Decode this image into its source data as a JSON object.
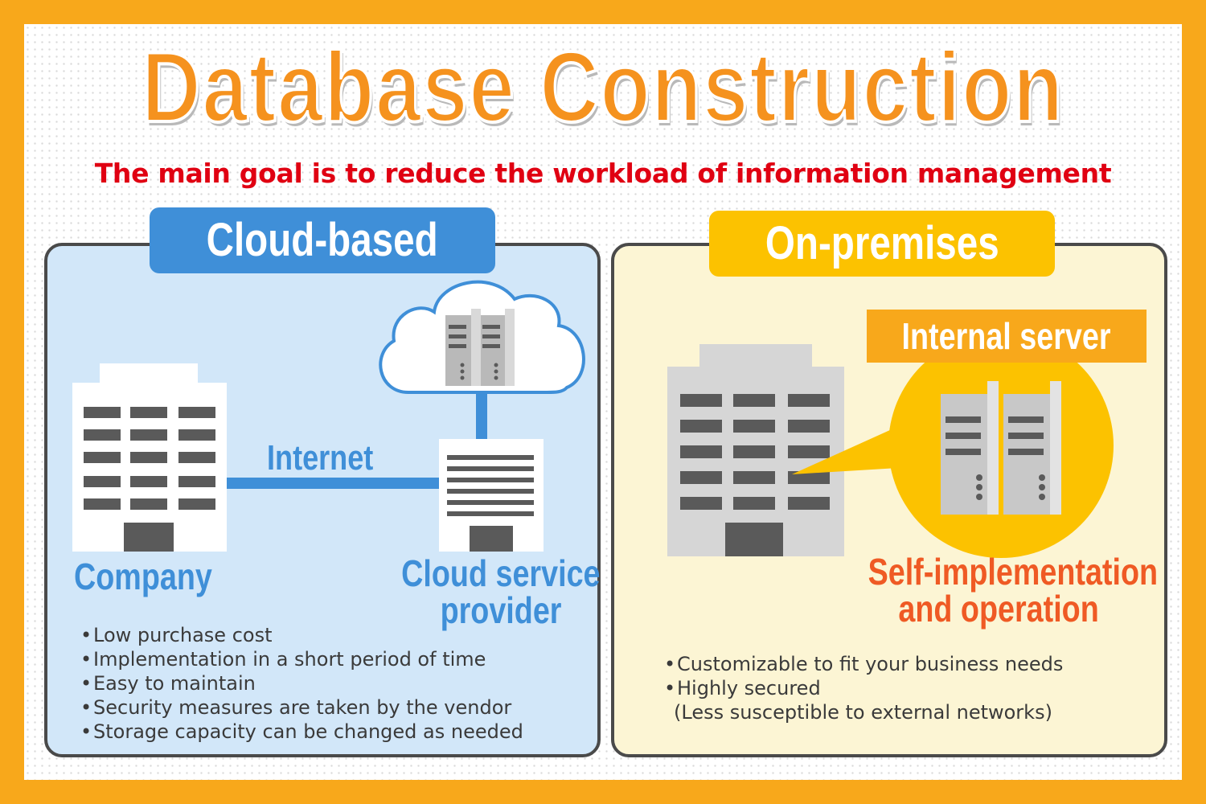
{
  "title": "Database Construction",
  "subtitle": "The main goal is to reduce the workload of information management",
  "cloud": {
    "tag": "Cloud-based",
    "company_label": "Company",
    "internet_label": "Internet",
    "provider_label_1": "Cloud service",
    "provider_label_2": "provider",
    "bullets": [
      "Low purchase cost",
      "Implementation in a short period of time",
      "Easy to maintain",
      "Security measures are taken by the vendor",
      "Storage capacity can be changed as needed"
    ]
  },
  "onprem": {
    "tag": "On-premises",
    "server_tag": "Internal server",
    "self_label_1": "Self-implementation",
    "self_label_2": "and operation",
    "bullets": [
      "Customizable to fit your business needs",
      "Highly secured"
    ],
    "bullet_note": "(Less susceptible to external networks)"
  },
  "colors": {
    "frame": "#f8a81b",
    "title": "#f5921e",
    "subtitle": "#e00012",
    "cloud_accent": "#3f8fd8",
    "cloud_panel": "#d2e7f9",
    "onprem_accent": "#fcc200",
    "onprem_panel": "#fcf5d4",
    "self_label": "#ef5a24"
  }
}
